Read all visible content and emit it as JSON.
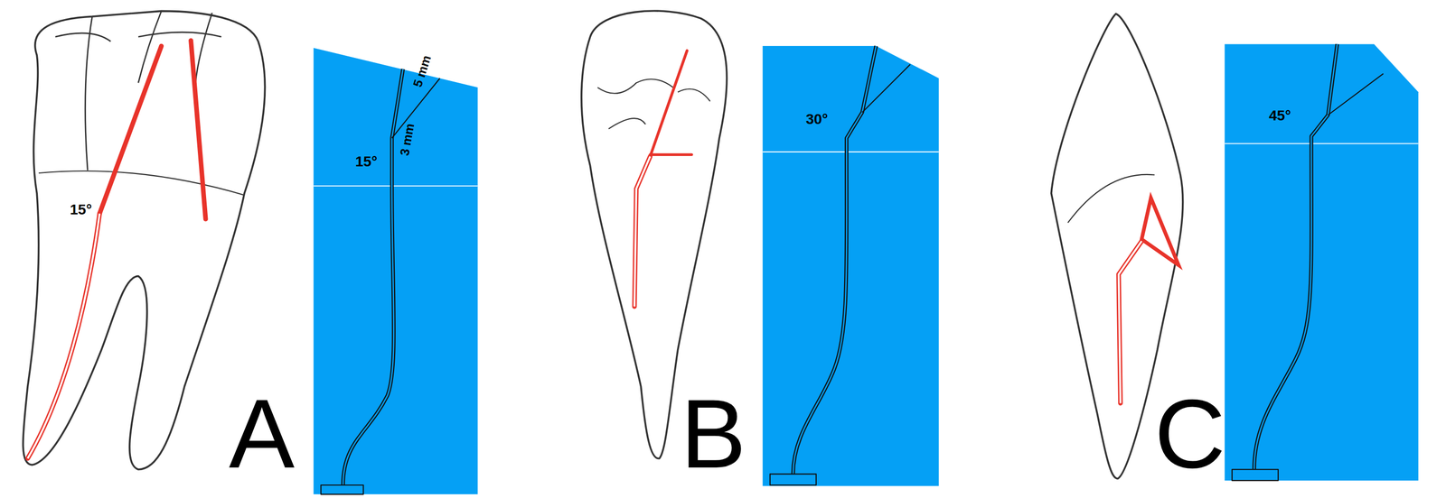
{
  "diagram": {
    "labels": [
      "15°",
      "A",
      "15°",
      "5 mm",
      "3 mm",
      "30°",
      "B",
      "45°",
      "C"
    ]
  }
}
